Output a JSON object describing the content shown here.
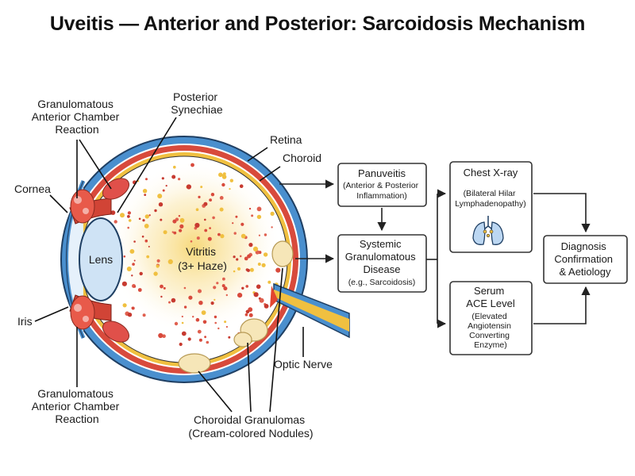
{
  "title": "Uveitis — Anterior and Posterior: Sarcoidosis Mechanism",
  "colors": {
    "sclera": "#4a8fce",
    "choroid": "#d84a3c",
    "retina": "#f0c040",
    "lens": "#cfe3f5",
    "granuloma": "#f6e6b8",
    "vitritis_center": "#f7d774"
  },
  "anatomy": {
    "ac_reaction_top": [
      "Granulomatous",
      "Anterior Chamber",
      "Reaction"
    ],
    "posterior_synechiae": [
      "Posterior",
      "Synechiae"
    ],
    "retina": "Retina",
    "choroid": "Choroid",
    "cornea": "Cornea",
    "lens": "Lens",
    "vitritis": [
      "Vitritis",
      "(3+ Haze)"
    ],
    "iris": "Iris",
    "optic_nerve": "Optic Nerve",
    "ac_reaction_bottom": [
      "Granulomatous",
      "Anterior Chamber",
      "Reaction"
    ],
    "choroidal_granulomas": [
      "Choroidal Granulomas",
      "(Cream-colored Nodules)"
    ]
  },
  "flowchart": {
    "panuveitis": {
      "title": "Panuveitis",
      "detail": [
        "(Anterior & Posterior",
        "Inflammation)"
      ]
    },
    "systemic": {
      "title": [
        "Systemic",
        "Granulomatous",
        "Disease"
      ],
      "detail": "(e.g., Sarcoidosis)"
    },
    "chest_xray": {
      "title": "Chest X-ray",
      "detail": [
        "(Bilateral Hilar",
        "Lymphadenopathy)"
      ],
      "icon": "lungs-icon"
    },
    "serum_ace": {
      "title": [
        "Serum",
        "ACE Level"
      ],
      "detail": [
        "(Elevated",
        "Angiotensin",
        "Converting",
        "Enzyme)"
      ]
    },
    "diagnosis": {
      "title": [
        "Diagnosis",
        "Confirmation",
        "& Aetiology"
      ]
    }
  }
}
